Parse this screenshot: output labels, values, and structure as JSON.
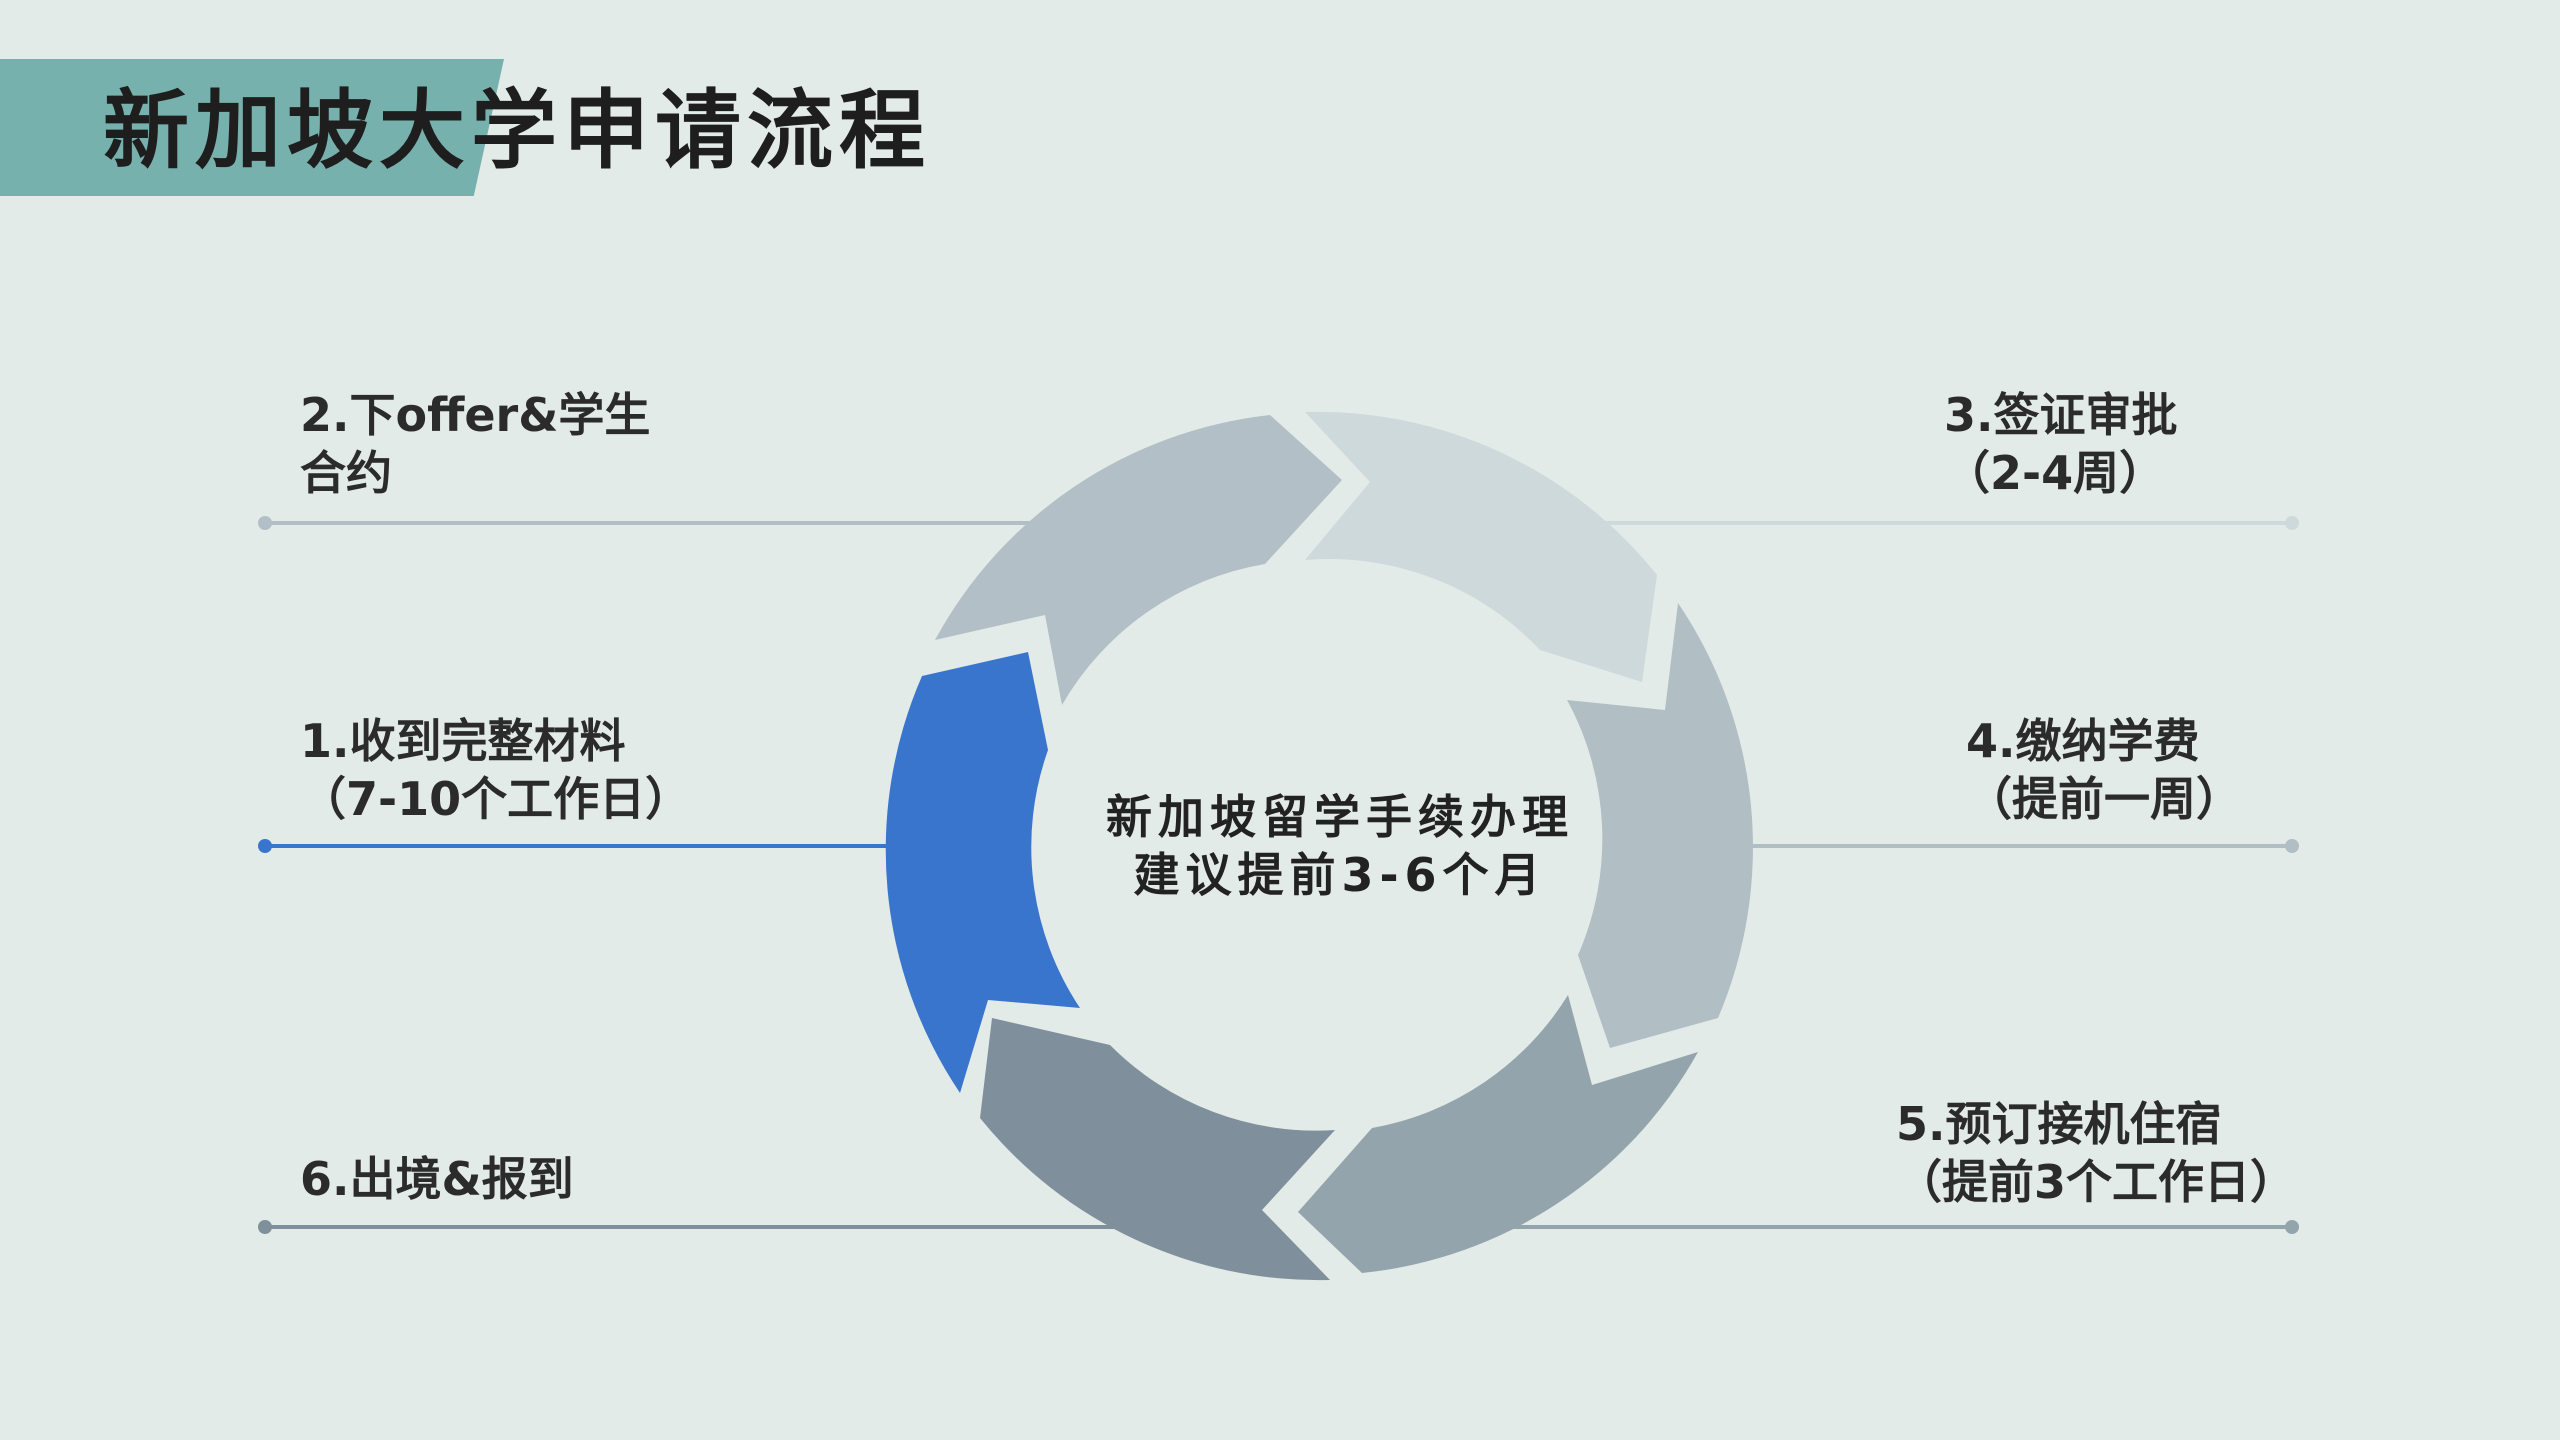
{
  "title": "新加坡大学申请流程",
  "center": {
    "line1": "新加坡留学手续办理",
    "line2": "建议提前3-6个月"
  },
  "steps": [
    {
      "id": "1",
      "line1": "1.收到完整材料",
      "line2": "（7-10个工作日）",
      "color": "#3a75cd"
    },
    {
      "id": "2",
      "line1": "2.下offer&学生",
      "line2": "合约",
      "color": "#b3bfc6"
    },
    {
      "id": "3",
      "line1": "3.签证审批",
      "line2": "（2-4周）",
      "color": "#ced9dc"
    },
    {
      "id": "4",
      "line1": "4.缴纳学费",
      "line2": "（提前一周）",
      "color": "#b1bec4"
    },
    {
      "id": "5",
      "line1": "5.预订接机住宿",
      "line2": "（提前3个工作日）",
      "color": "#94a4ad"
    },
    {
      "id": "6",
      "line1": "6.出境&报到",
      "line2": "",
      "color": "#7f8f9b"
    }
  ],
  "colors": {
    "background": "#e3ebe8",
    "header_accent": "#77b1ad",
    "highlight": "#3a75cd"
  }
}
